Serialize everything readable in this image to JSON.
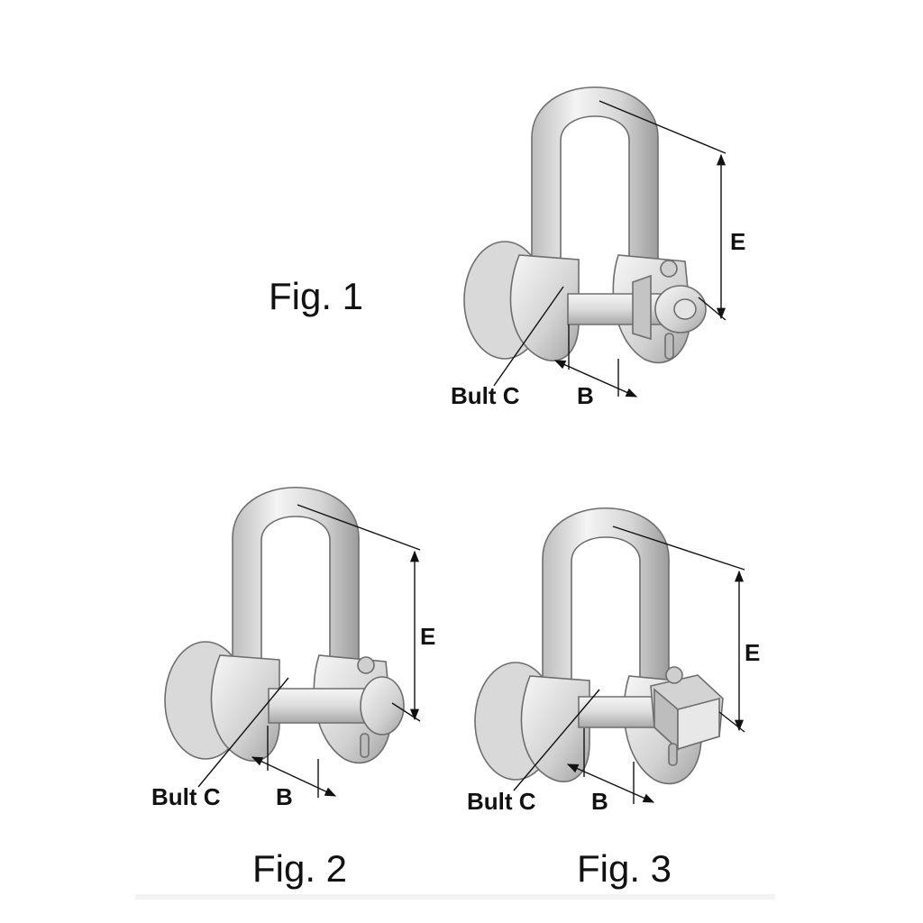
{
  "figures": [
    {
      "id": "fig1",
      "caption": "Fig. 1",
      "variant": "pin-with-nut-and-cotter",
      "labels": {
        "height": "E",
        "width": "B",
        "bolt": "Bult C"
      }
    },
    {
      "id": "fig2",
      "caption": "Fig. 2",
      "variant": "pin-with-cotter",
      "labels": {
        "height": "E",
        "width": "B",
        "bolt": "Bult C"
      }
    },
    {
      "id": "fig3",
      "caption": "Fig. 3",
      "variant": "bolt-with-hex-nut",
      "labels": {
        "height": "E",
        "width": "B",
        "bolt": "Bult C"
      }
    }
  ],
  "colors": {
    "metal_light": "#f2f2f2",
    "metal_mid": "#c9c9c9",
    "metal_dark": "#8f8f8f",
    "line": "#111111"
  }
}
